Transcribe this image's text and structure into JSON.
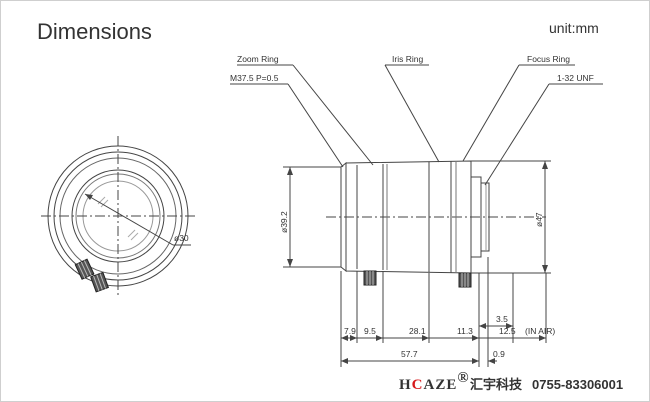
{
  "header": {
    "title": "Dimensions",
    "unit": "unit:mm"
  },
  "callouts": {
    "zoom_ring": "Zoom Ring",
    "thread_spec": "M37.5 P=0.5",
    "iris_ring": "Iris Ring",
    "focus_ring": "Focus Ring",
    "mount": "1-32 UNF"
  },
  "dimensions": {
    "front_diameter": "ø30",
    "body_diameter": "ø39.2",
    "rear_diameter": "ø47",
    "seg_1": "7.9",
    "seg_2": "9.5",
    "seg_3": "28.1",
    "seg_4": "11.3",
    "rear_small": "3.5",
    "back_focus": "12.5",
    "back_focus_note": "(IN AIR)",
    "total_length": "57.7",
    "flange_gap": "0.9"
  },
  "footer": {
    "brand_prefix": "H",
    "brand_mid": "C",
    "brand_suffix": "AZE",
    "trademark": "®",
    "company_cn": "汇宇科技",
    "phone": "0755-83306001"
  },
  "colors": {
    "line": "#444444",
    "brand_accent": "#d7191c"
  }
}
